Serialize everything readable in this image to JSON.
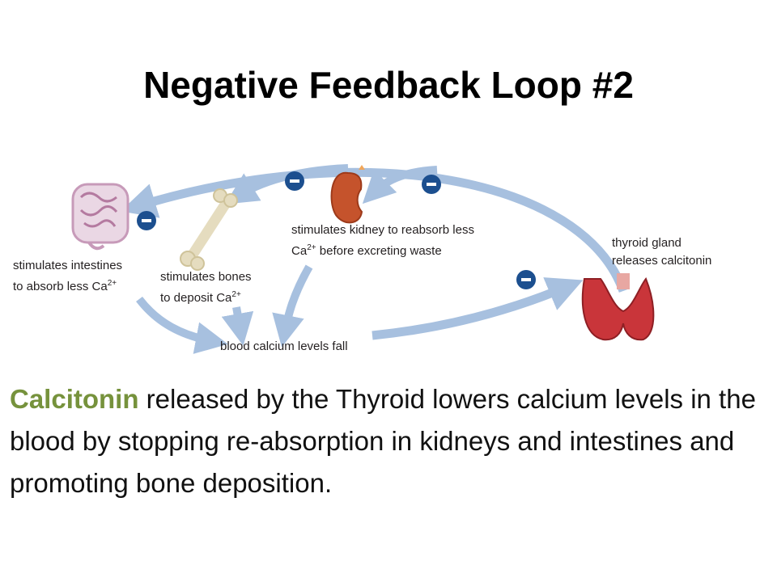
{
  "title": "Negative Feedback Loop #2",
  "labels": {
    "intestines_line1": "stimulates intestines",
    "intestines_line2": "to absorb less Ca",
    "bones_line1": "stimulates bones",
    "bones_line2": "to deposit Ca",
    "kidney_line1": "stimulates kidney to reabsorb less",
    "kidney_line2a": "Ca",
    "kidney_line2b": " before excreting waste",
    "thyroid_line1": "thyroid gland",
    "thyroid_line2": "releases calcitonin",
    "blood": "blood calcium levels fall",
    "charge": "2+",
    "minus": "-"
  },
  "caption": {
    "highlight": "Calcitonin",
    "rest": " released by the Thyroid lowers calcium levels in the blood by stopping re-absorption in kidneys and intestines and promoting bone deposition."
  },
  "colors": {
    "arrow": "#a7c0df",
    "minus_circle": "#1c4f8f",
    "highlight": "#76923c"
  }
}
